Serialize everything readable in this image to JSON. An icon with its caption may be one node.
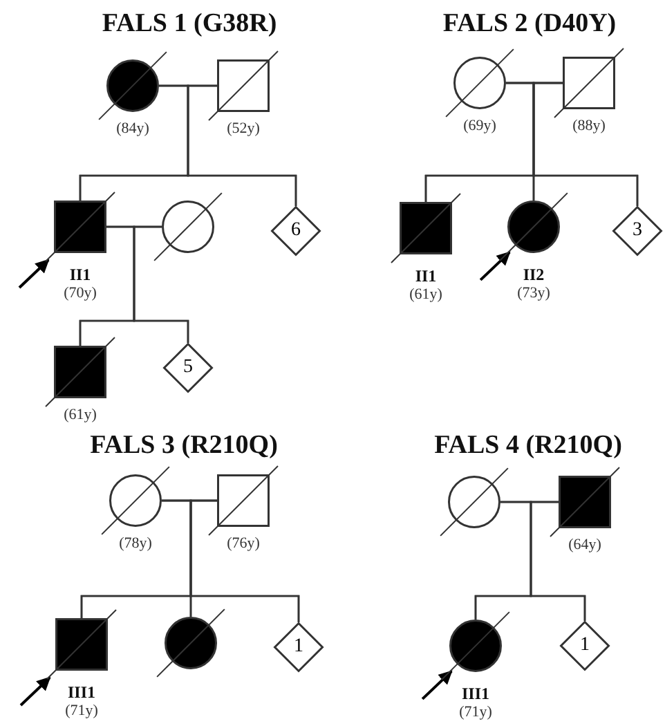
{
  "diagram": {
    "nodes": [
      {
        "text": [],
        "shape": "circle",
        "beside": [
          "(84y)"
        ]
      },
      {
        "text": [],
        "shape": "box",
        "beside": [
          "(52y)"
        ]
      },
      {
        "text": [],
        "shape": "box",
        "beside": [
          "II1",
          "(70y)"
        ]
      },
      {
        "text": [],
        "shape": "circle"
      },
      {
        "text": [
          "6"
        ]
      },
      {
        "text": [],
        "shape": "box",
        "beside": [
          "(61y)"
        ]
      },
      {
        "text": [
          "5"
        ]
      },
      {
        "text": [],
        "shape": "circle",
        "beside": [
          "(69y)"
        ]
      },
      {
        "text": [],
        "shape": "box",
        "beside": [
          "(88y)"
        ]
      },
      {
        "text": [],
        "shape": "box",
        "beside": [
          "II1",
          "(61y)"
        ]
      },
      {
        "text": [],
        "shape": "circle",
        "beside": [
          "II2",
          "(73y)"
        ]
      },
      {
        "text": [
          "3"
        ]
      },
      {
        "text": [],
        "shape": "circle",
        "beside": [
          "(78y)"
        ]
      },
      {
        "text": [],
        "shape": "box",
        "beside": [
          "(76y)"
        ]
      },
      {
        "text": [],
        "shape": "box",
        "beside": [
          "III1",
          "(71y)"
        ]
      },
      {
        "text": [],
        "shape": "circle"
      },
      {
        "text": [
          "1"
        ]
      },
      {
        "text": [],
        "shape": "circle"
      },
      {
        "text": [],
        "shape": "box",
        "beside": [
          "(64y)"
        ]
      },
      {
        "text": [],
        "shape": "circle",
        "beside": [
          "III1",
          "(71y)"
        ]
      },
      {
        "text": [
          "1"
        ]
      }
    ],
    "edges": [
      {
        "from": 0,
        "to": 1,
        "arrow": "none"
      },
      {
        "from": 0,
        "to": 2,
        "arrow": "none"
      },
      {
        "from": 1,
        "to": 2,
        "arrow": "none"
      },
      {
        "from": 0,
        "to": 4,
        "arrow": "none"
      },
      {
        "from": 1,
        "to": 4,
        "arrow": "none"
      },
      {
        "from": 2,
        "to": 3,
        "arrow": "none"
      },
      {
        "from": 2,
        "to": 5,
        "arrow": "none"
      },
      {
        "from": 3,
        "to": 5,
        "arrow": "none"
      },
      {
        "from": 2,
        "to": 6,
        "arrow": "none"
      },
      {
        "from": 3,
        "to": 6,
        "arrow": "none"
      },
      {
        "from": null,
        "to": 2,
        "arrow": "to"
      },
      {
        "from": 7,
        "to": 8,
        "arrow": "none"
      },
      {
        "from": 7,
        "to": 9,
        "arrow": "none"
      },
      {
        "from": 8,
        "to": 9,
        "arrow": "none"
      },
      {
        "from": 7,
        "to": 10,
        "arrow": "none"
      },
      {
        "from": 8,
        "to": 10,
        "arrow": "none"
      },
      {
        "from": 7,
        "to": 11,
        "arrow": "none"
      },
      {
        "from": 8,
        "to": 11,
        "arrow": "none"
      },
      {
        "from": null,
        "to": 10,
        "arrow": "to"
      },
      {
        "from": 12,
        "to": 13,
        "arrow": "none"
      },
      {
        "from": 12,
        "to": 14,
        "arrow": "none"
      },
      {
        "from": 13,
        "to": 14,
        "arrow": "none"
      },
      {
        "from": 12,
        "to": 15,
        "arrow": "none"
      },
      {
        "from": 13,
        "to": 15,
        "arrow": "none"
      },
      {
        "from": 12,
        "to": 16,
        "arrow": "none"
      },
      {
        "from": 13,
        "to": 16,
        "arrow": "none"
      },
      {
        "from": null,
        "to": 14,
        "arrow": "to"
      },
      {
        "from": 17,
        "to": 18,
        "arrow": "none"
      },
      {
        "from": 17,
        "to": 19,
        "arrow": "none"
      },
      {
        "from": 18,
        "to": 19,
        "arrow": "none"
      },
      {
        "from": 17,
        "to": 20,
        "arrow": "none"
      },
      {
        "from": 18,
        "to": 20,
        "arrow": "none"
      },
      {
        "from": null,
        "to": 19,
        "arrow": "to"
      }
    ],
    "labels": [
      "FALS 1 (G38R)",
      "FALS 2 (D40Y)",
      "FALS 3 (R210Q)",
      "FALS 4 (R210Q)"
    ]
  }
}
